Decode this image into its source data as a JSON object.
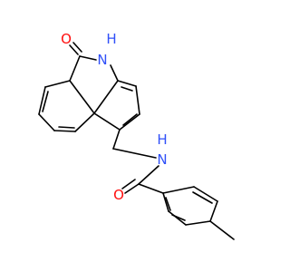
{
  "molecule": {
    "atoms": [
      {
        "id": "o-carbonyl-top",
        "label": "O",
        "color": "#ff0d0d"
      },
      {
        "id": "n-lactam",
        "label": "N",
        "color": "#3050f8"
      },
      {
        "id": "h-lactam",
        "label": "H",
        "color": "#3050f8"
      },
      {
        "id": "n-amide",
        "label": "N",
        "color": "#3050f8"
      },
      {
        "id": "h-amide",
        "label": "H",
        "color": "#3050f8"
      },
      {
        "id": "o-amide",
        "label": "O",
        "color": "#ff0d0d"
      }
    ]
  },
  "colors": {
    "bond": "#000000",
    "background": "#ffffff"
  }
}
